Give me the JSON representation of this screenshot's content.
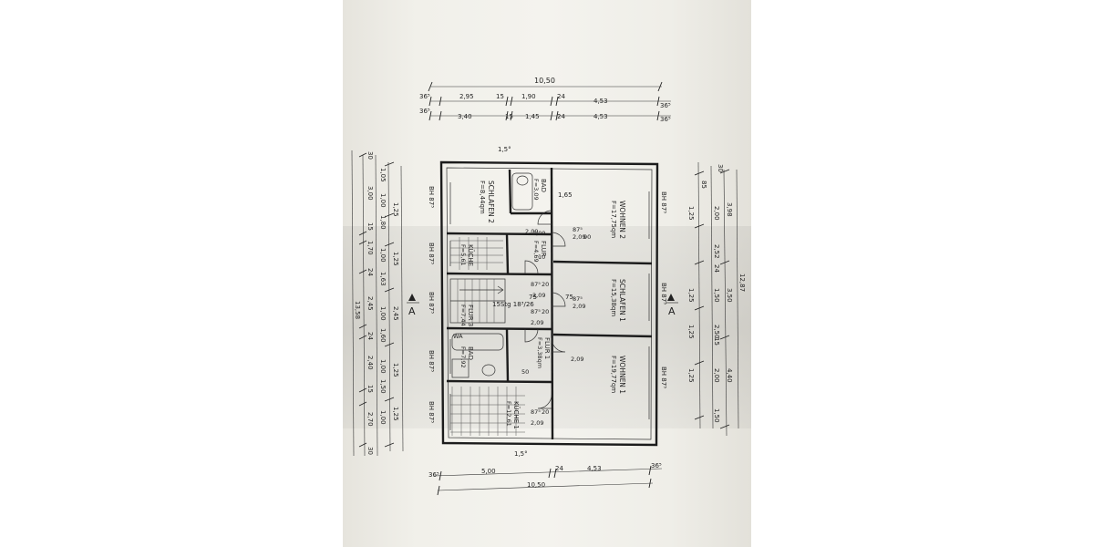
{
  "top_dims": {
    "total": "10,50",
    "row1": [
      "36⁵",
      "2,95",
      "15",
      "1,90",
      "24",
      "4,53",
      "36⁵"
    ],
    "row2": [
      "36⁵",
      "3,40",
      "15",
      "1,45",
      "24",
      "4,53",
      "36⁵"
    ]
  },
  "bottom_dims": {
    "row1": [
      "36⁵",
      "5,00",
      "24",
      "4,53",
      "36⁵"
    ],
    "total": "10,50"
  },
  "left_dims": {
    "total": "13,58",
    "outer": [
      "30",
      "3,00",
      "15",
      "1,70",
      "24",
      "2,45",
      "24",
      "2,40",
      "15",
      "2,70",
      "30"
    ],
    "mid": [
      "1,05",
      "1,00",
      "1,80",
      "1,00",
      "1,63",
      "1,00",
      "1,60",
      "1,00",
      "1,50",
      "1,00"
    ],
    "inner": [
      "1,25",
      "1,25",
      "2,45",
      "1,25",
      "1,25"
    ]
  },
  "right_dims": {
    "total": "12,87",
    "outer": [
      "30",
      "3,98",
      "3,50",
      "4,40"
    ],
    "mid": [
      "85",
      "2,00",
      "2,52",
      "24",
      "1,50",
      "2,50",
      "15",
      "2,00",
      "1,50"
    ],
    "inner": [
      "1,25",
      "1,25",
      "1,25",
      "1,25"
    ]
  },
  "rooms": [
    {
      "name": "SCHLAFEN 2",
      "area": "F=8,44qm"
    },
    {
      "name": "BAD",
      "area": "F=3,09"
    },
    {
      "name": "WOHNEN 2",
      "area": "F=17,75qm"
    },
    {
      "name": "KÜCHE",
      "area": "F=5,61"
    },
    {
      "name": "FLUR",
      "area": "F=4,69"
    },
    {
      "name": "SCHLAFEN 1",
      "area": "F=15,38qm"
    },
    {
      "name": "FLUR 3",
      "area": "F=7,44"
    },
    {
      "name": "BAD",
      "area": "F=7,92"
    },
    {
      "name": "FLUR 1",
      "area": "F=3,38qm"
    },
    {
      "name": "WOHNEN 1",
      "area": "F=19,77qm"
    },
    {
      "name": "KÜCHE 1",
      "area": "F=12,61"
    }
  ],
  "labels": {
    "bh": "BH 87⁵",
    "stair": "15Stg 18³/26",
    "section": "A",
    "wa": "WA",
    "door_h": "2,09",
    "door_w": "87⁵",
    "angle": "1,5°",
    "misc": [
      "1,65",
      "75",
      "90",
      "10",
      "20",
      "50",
      "2,09"
    ]
  }
}
